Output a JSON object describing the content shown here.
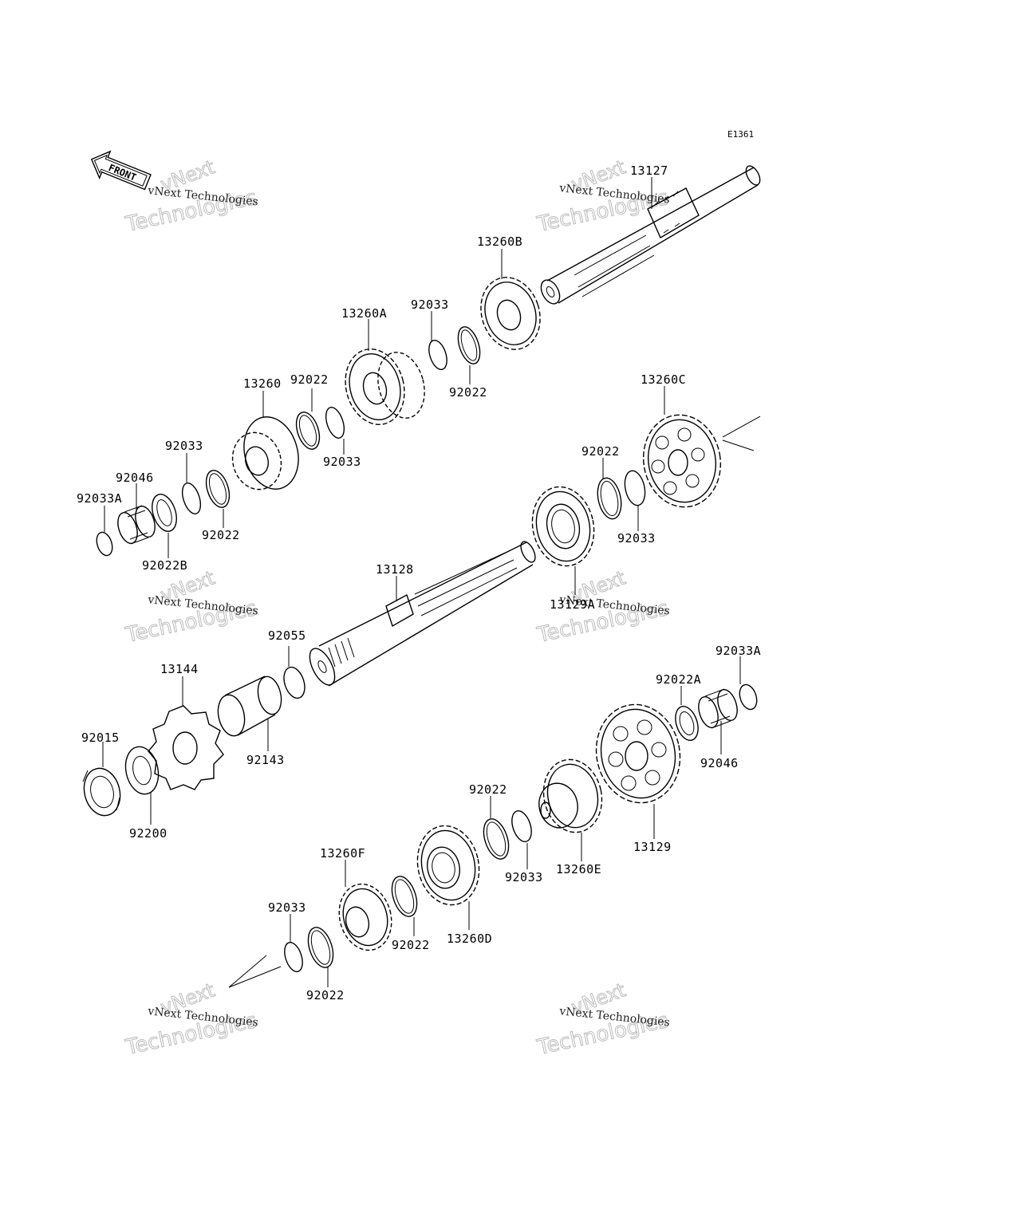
{
  "diagram_code": "E1361",
  "front_label": "FRONT",
  "watermark": {
    "line1": "vNext Technologies",
    "line2": "Technologies",
    "line3": "vNext"
  },
  "part_labels": {
    "p13127": "13127",
    "p13260B": "13260B",
    "p92033_top": "92033",
    "p13260A": "13260A",
    "p92022_top_right": "92022",
    "p13260": "13260",
    "p92022_mid": "92022",
    "p92033_mid": "92033",
    "p92033_left": "92033",
    "p92046_left": "92046",
    "p92033A_left": "92033A",
    "p92022_left": "92022",
    "p92022B": "92022B",
    "p13260C": "13260C",
    "p92022_right": "92022",
    "p92033_right": "92033",
    "p13128": "13128",
    "p13129A": "13129A",
    "p92055": "92055",
    "p13144": "13144",
    "p92143": "92143",
    "p92015": "92015",
    "p92200": "92200",
    "p92033A_right": "92033A",
    "p92022A": "92022A",
    "p92046_right": "92046",
    "p13129": "13129",
    "p92022_e": "92022",
    "p92033_e": "92033",
    "p13260E": "13260E",
    "p13260F": "13260F",
    "p92022_d": "92022",
    "p13260D": "13260D",
    "p92033_bottom": "92033",
    "p92022_bottom": "92022"
  }
}
